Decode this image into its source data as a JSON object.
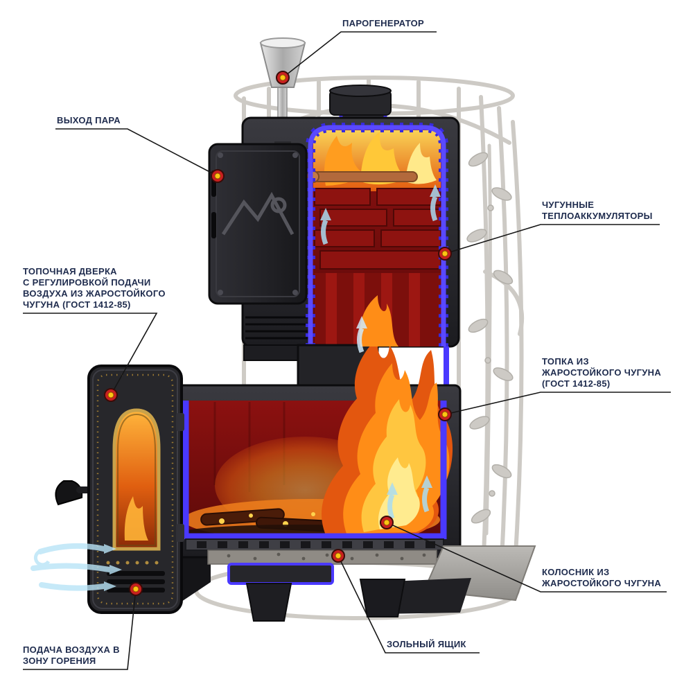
{
  "diagram": {
    "subject": "Cutaway infographic of a cast-iron sauna stove",
    "language": "ru"
  },
  "callouts": [
    {
      "id": "steam-generator",
      "text": "ПАРОГЕНЕРАТОР"
    },
    {
      "id": "steam-outlet",
      "text": "ВЫХОД ПАРА"
    },
    {
      "id": "heat-accumulators",
      "text": "ЧУГУННЫЕ\nТЕПЛОАККУМУЛЯТОРЫ"
    },
    {
      "id": "firebox-door",
      "text": "ТОПОЧНАЯ ДВЕРКА\nС РЕГУЛИРОВКОЙ ПОДАЧИ\nВОЗДУХА ИЗ ЖАРОСТОЙКОГО\nЧУГУНА (ГОСТ 1412-85)"
    },
    {
      "id": "firebox",
      "text": "ТОПКА ИЗ\nЖАРОСТОЙКОГО ЧУГУНА\n(ГОСТ 1412-85)"
    },
    {
      "id": "grate",
      "text": "КОЛОСНИК ИЗ\nЖАРОСТОЙКОГО ЧУГУНА"
    },
    {
      "id": "ash-box",
      "text": "ЗОЛЬНЫЙ ЯЩИК"
    },
    {
      "id": "air-supply",
      "text": "ПОДАЧА ВОЗДУХА В\nЗОНУ ГОРЕНИЯ"
    }
  ],
  "colors": {
    "label_text": "#1e2b4d",
    "callout_line": "#161616",
    "marker_ring": "#c9201f",
    "marker_center": "#ffc513",
    "lining_blue": "#4a39ff",
    "flame_orange": "#f47312",
    "flame_yellow": "#ffd84d",
    "stove_body": "#232327",
    "cage_gray": "#cbc8c2",
    "airflow_blue": "#b9e4f7"
  }
}
